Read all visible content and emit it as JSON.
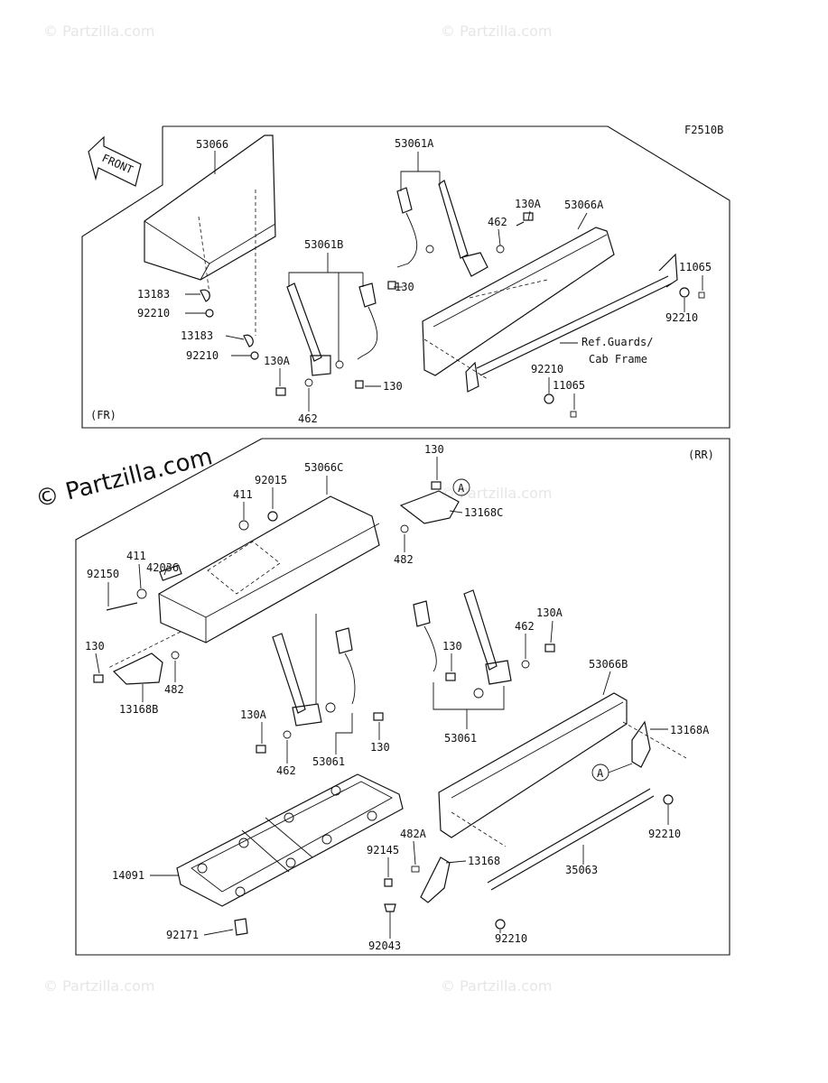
{
  "diagram": {
    "code": "F2510B",
    "front_label": "FRONT",
    "sections": {
      "front": "(FR)",
      "rear": "(RR)"
    },
    "ref_note_1": "Ref.Guards/",
    "ref_note_2": "Cab Frame",
    "callout_a": "A",
    "watermark": "© Partzilla.com",
    "watermark_small": "© Partzilla.com"
  },
  "labels": {
    "p53066": "53066",
    "p53061A": "53061A",
    "p53061B": "53061B",
    "p53066A": "53066A",
    "p130A_1": "130A",
    "p462_1": "462",
    "p11065_1": "11065",
    "p92210_1": "92210",
    "p130_1": "130",
    "p13183_1": "13183",
    "p92210_2": "92210",
    "p13183_2": "13183",
    "p92210_3": "92210",
    "p130A_2": "130A",
    "p462_2": "462",
    "p130_2": "130",
    "p92210_4": "92210",
    "p11065_2": "11065",
    "p130_3": "130",
    "p92015": "92015",
    "p53066C": "53066C",
    "p411_1": "411",
    "p13168C": "13168C",
    "p482_1": "482",
    "p42036": "42036",
    "p411_2": "411",
    "p92150": "92150",
    "p130_4": "130",
    "p482_2": "482",
    "p13168B": "13168B",
    "p130_5": "130",
    "p130A_3": "130A",
    "p462_3": "462",
    "p130A_4": "130A",
    "p462_4": "462",
    "p53061_1": "53061",
    "p130_6": "130",
    "p53061_2": "53061",
    "p53066B": "53066B",
    "p13168A": "13168A",
    "p92210_5": "92210",
    "p482A": "482A",
    "p92145": "92145",
    "p13168": "13168",
    "p35063": "35063",
    "p14091": "14091",
    "p92210_6": "92210",
    "p92171": "92171",
    "p92043": "92043"
  }
}
